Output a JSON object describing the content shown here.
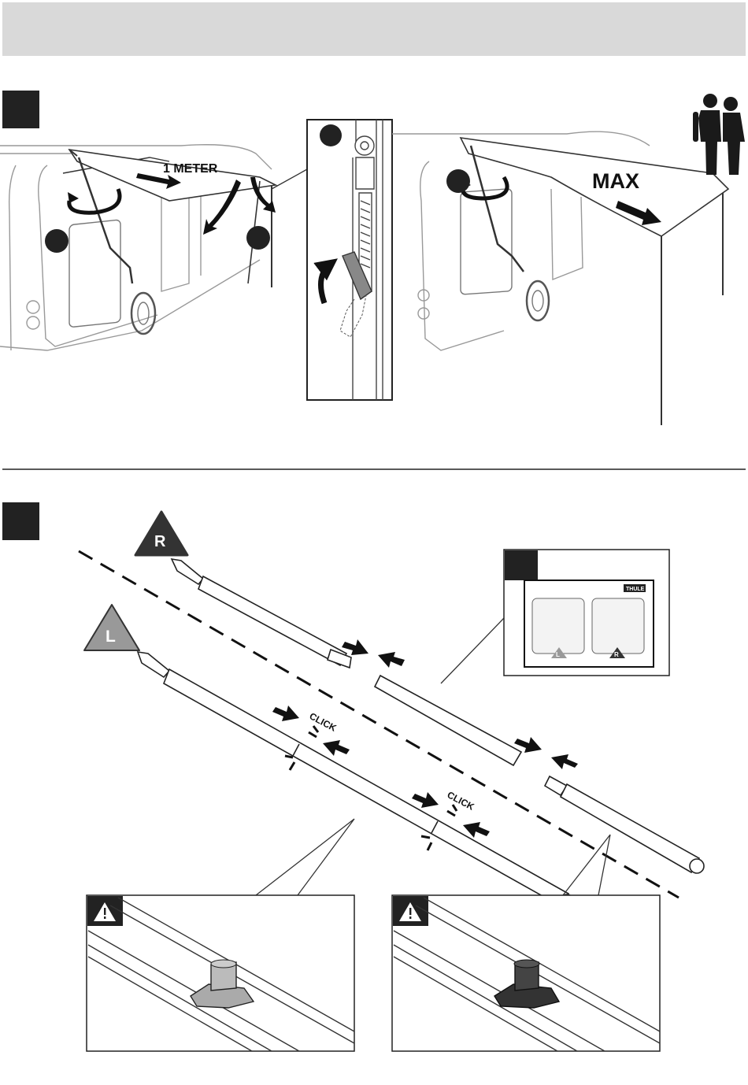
{
  "header_band": {
    "fill": "#d9d9d9"
  },
  "step1": {
    "left_scene": {
      "distance_label": "1 METER"
    },
    "right_scene": {
      "extent_label": "MAX"
    },
    "icons": [
      "rotate-crank-icon",
      "people-icon",
      "lever-detail-icon"
    ]
  },
  "step2": {
    "right_badge": "R",
    "left_badge": "L",
    "click_label_1": "CLICK",
    "click_label_2": "CLICK",
    "inset_sticker": {
      "logo": "THULE",
      "badge_left": "L",
      "badge_right": "R"
    },
    "warnings": [
      "warning-icon",
      "warning-icon"
    ]
  }
}
